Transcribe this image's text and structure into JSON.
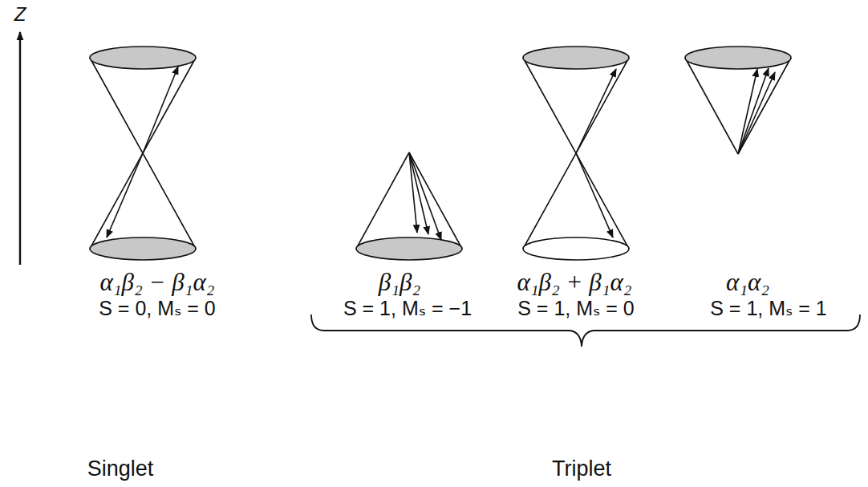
{
  "diagram": {
    "labels": [
      "Z",
      "α₁β₂ − β₁α₂",
      "β₁β₂",
      "α₁β₂ + β₁α₂",
      "α₁α₂",
      "S = 0, Mₛ = 0",
      "S = 1, Mₛ = −1",
      "S = 1, Mₛ = 0",
      "S = 1, Mₛ = 1",
      "Singlet",
      "Triplet"
    ]
  }
}
